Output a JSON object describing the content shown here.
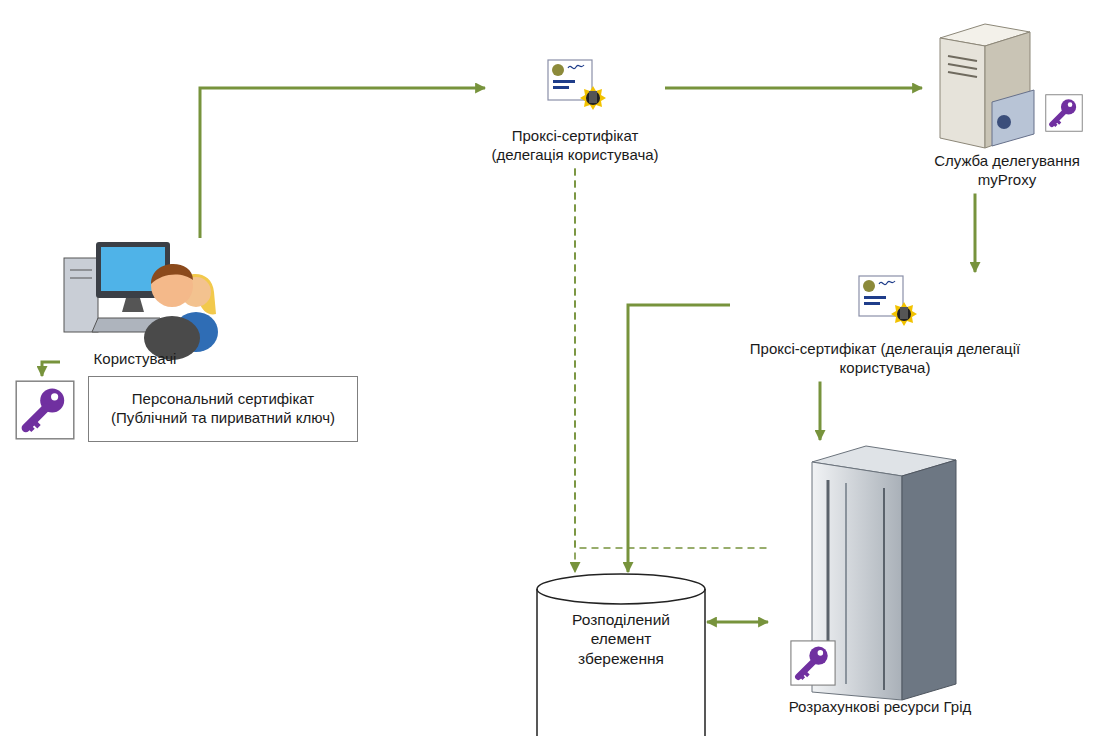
{
  "diagram": {
    "nodes": [
      {
        "text": [
          "Користувачі"
        ]
      },
      {
        "text": [
          "Персональний сертифікат (Публічний та пириватний ключ)"
        ]
      },
      {
        "text": [
          "Проксі-сертифікат (делегація користувача)"
        ]
      },
      {
        "text": [
          "Служба делегування myProxy"
        ]
      },
      {
        "text": [
          "Проксі-сертифікат (делегація делегації користувача)"
        ]
      },
      {
        "text": [
          "Розподілений елемент збереження"
        ]
      },
      {
        "text": [
          "Розрахункові ресурси Грід"
        ]
      }
    ],
    "edges": [
      {
        "from": 0,
        "to": 1,
        "arrow": "to"
      },
      {
        "from": 0,
        "to": 2,
        "arrow": "to"
      },
      {
        "from": 2,
        "to": 3,
        "arrow": "to"
      },
      {
        "from": 3,
        "to": 4,
        "arrow": "to"
      },
      {
        "from": 4,
        "to": 5,
        "arrow": "to"
      },
      {
        "from": 4,
        "to": 6,
        "arrow": "to"
      },
      {
        "from": 5,
        "to": 6,
        "arrow": "both"
      },
      {
        "from": 2,
        "to": 5,
        "arrow": "to"
      },
      {
        "from": 2,
        "to": 6,
        "arrow": "none"
      }
    ]
  }
}
